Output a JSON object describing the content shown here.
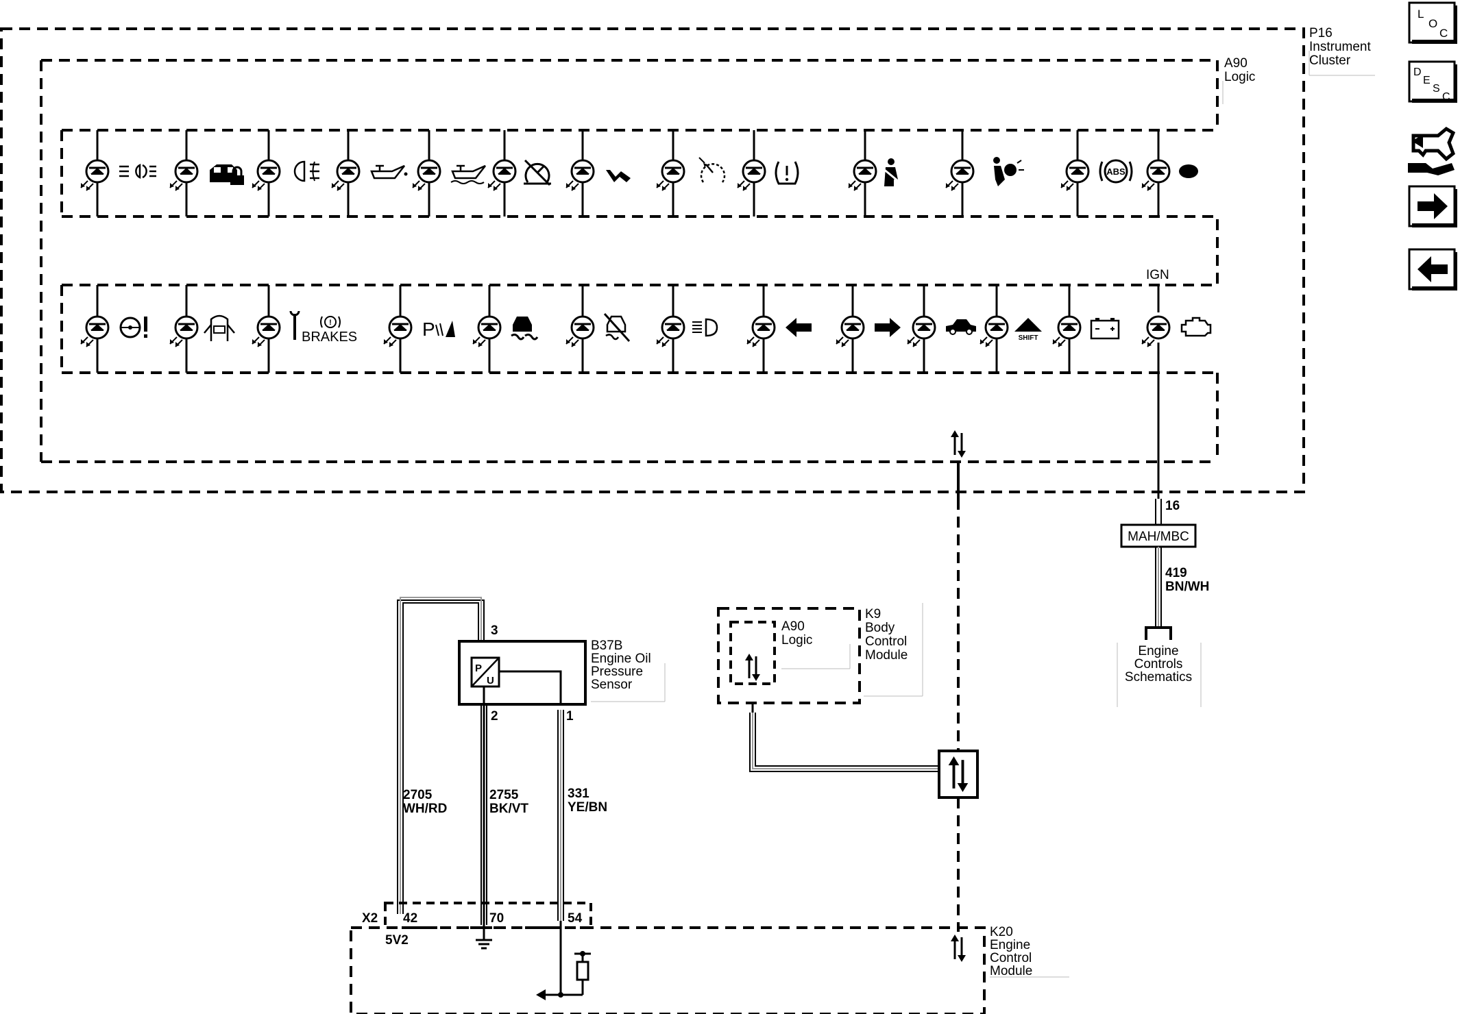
{
  "components": {
    "p16": {
      "lines": [
        "P16",
        "Instrument",
        "Cluster"
      ]
    },
    "a90_logic_cluster": {
      "lines": [
        "A90",
        "Logic"
      ]
    },
    "k9": {
      "lines": [
        "K9",
        "Body",
        "Control",
        "Module"
      ]
    },
    "a90_logic_bcm": {
      "lines": [
        "A90",
        "Logic"
      ]
    },
    "b37b": {
      "lines": [
        "B37B",
        "Engine Oil",
        "Pressure",
        "Sensor"
      ]
    },
    "k20": {
      "lines": [
        "K20",
        "Engine",
        "Control",
        "Module"
      ]
    },
    "engine_controls": {
      "lines": [
        "Engine",
        "Controls",
        "Schematics"
      ]
    }
  },
  "wires": {
    "w2705": {
      "circuit": "2705",
      "color": "WH/RD"
    },
    "w2755": {
      "circuit": "2755",
      "color": "BK/VT"
    },
    "w331": {
      "circuit": "331",
      "color": "YE/BN"
    },
    "w419": {
      "circuit": "419",
      "color": "BN/WH"
    }
  },
  "pins": {
    "sensor_3": "3",
    "sensor_2": "2",
    "sensor_1": "1",
    "x2_connector": "X2",
    "ecm_42": "42",
    "ecm_70": "70",
    "ecm_54": "54",
    "ecm_5v2": "5V2",
    "cluster_16": "16"
  },
  "labels": {
    "ign": "IGN",
    "mah_mbc": "MAH/MBC",
    "sensor_p": "P",
    "sensor_u": "U",
    "brakes_text": "BRAKES",
    "shift_text": "SHIFT",
    "abs_text": "ABS"
  },
  "nav": {
    "loc": [
      "L",
      "O",
      "C"
    ],
    "desc": [
      "D",
      "E",
      "S",
      "C"
    ]
  },
  "indicators_row1": [
    "headlamp-icon",
    "security-icon",
    "fog-lamp-icon",
    "oil-pressure-icon",
    "oil-level-icon",
    "cruise-control-icon",
    "washer-fluid-icon",
    "speed-limit-icon",
    "tire-pressure-icon",
    "seatbelt-icon",
    "airbag-icon",
    "abs-icon",
    "indicator-icon"
  ],
  "indicators_row2": [
    "steering-warning-icon",
    "door-ajar-icon",
    "service-brakes-icon",
    "park-assist-icon",
    "traction-control-icon",
    "stabilitrak-off-icon",
    "high-beam-icon",
    "turn-left-icon",
    "turn-right-icon",
    "vehicle-ahead-icon",
    "shift-icon",
    "battery-icon",
    "check-engine-icon"
  ]
}
